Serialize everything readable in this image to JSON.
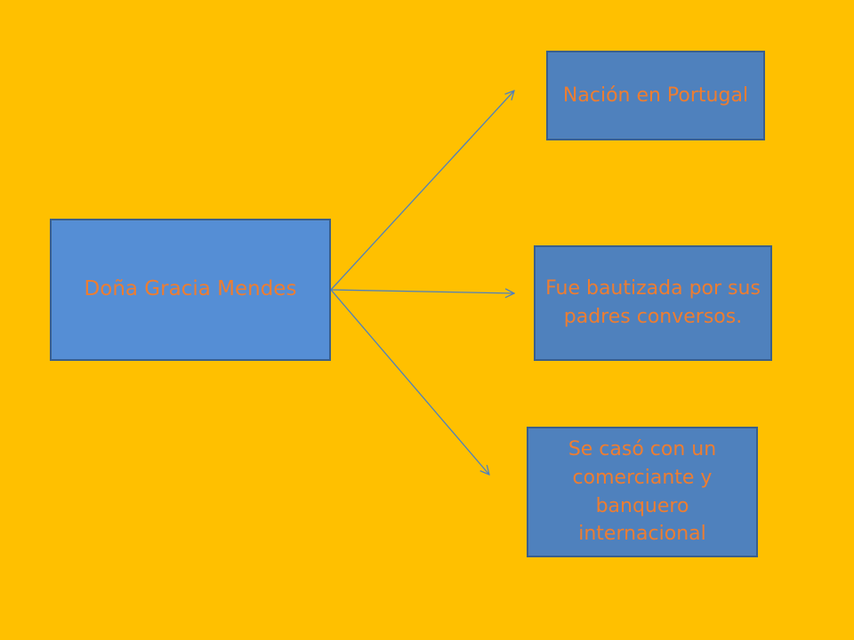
{
  "diagram": {
    "root": {
      "label": "Doña Gracia Mendes"
    },
    "children": [
      {
        "label": "Nación en Portugal"
      },
      {
        "label": "Fue bautizada por sus padres conversos."
      },
      {
        "label": "Se casó con un comerciante y banquero internacional"
      }
    ]
  },
  "colors": {
    "background": "#FFC000",
    "root_fill": "#558ED5",
    "child_fill": "#4F81BD",
    "border": "#3A5F8C",
    "text": "#ED7D31",
    "connector": "#4F81BD"
  }
}
